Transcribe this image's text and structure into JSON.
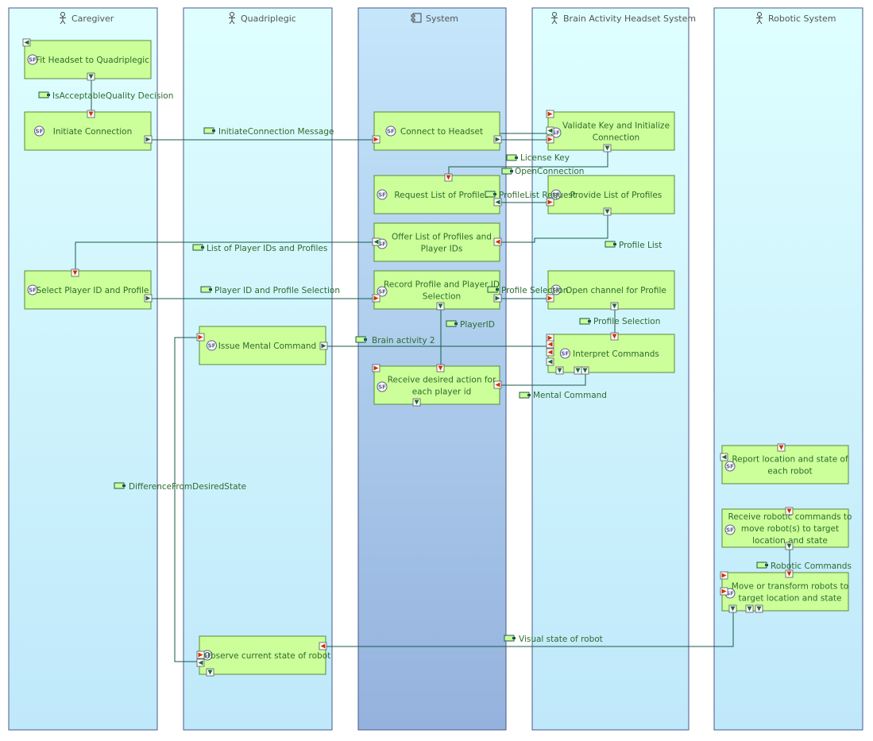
{
  "colors": {
    "lane_fill_top": "#dfffff",
    "lane_fill_bottom": "#bfe8fa",
    "system_fill_top": "#c5e6fb",
    "system_fill_bottom": "#94b2dd",
    "lane_border": "#4a5a8a",
    "function_fill": "#ccff99",
    "function_border": "#5a8a3a",
    "flow_line": "#1a5a4a",
    "port_in": "#cc3300",
    "port_out": "#1a6b3a",
    "text_green": "#2e6b2e"
  },
  "lanes": [
    {
      "id": "caregiver",
      "title": "Caregiver",
      "icon": "actor-icon"
    },
    {
      "id": "quadriplegic",
      "title": "Quadriplegic",
      "icon": "actor-icon"
    },
    {
      "id": "system",
      "title": "System",
      "icon": "component-icon"
    },
    {
      "id": "headset",
      "title": "Brain Activity Headset System",
      "icon": "actor-icon"
    },
    {
      "id": "robotic",
      "title": "Robotic System",
      "icon": "actor-icon"
    }
  ],
  "functions": [
    {
      "id": "fit",
      "label": [
        "Fit Headset to Quadriplegic"
      ]
    },
    {
      "id": "initiate",
      "label": [
        "Initiate Connection"
      ]
    },
    {
      "id": "select",
      "label": [
        "Select Player ID and Profile"
      ]
    },
    {
      "id": "issue",
      "label": [
        "Issue Mental Command"
      ]
    },
    {
      "id": "observe",
      "label": [
        "Observe current state of robot"
      ]
    },
    {
      "id": "connect",
      "label": [
        "Connect to Headset"
      ]
    },
    {
      "id": "request",
      "label": [
        "Request List of Profiles"
      ]
    },
    {
      "id": "offer",
      "label": [
        "Offer List of Profiles and",
        "Player IDs"
      ]
    },
    {
      "id": "record",
      "label": [
        "Record Profile and Player ID",
        "Selection"
      ]
    },
    {
      "id": "receive",
      "label": [
        "Receive desired action for",
        "each player id"
      ]
    },
    {
      "id": "validate",
      "label": [
        "Validate Key and Initialize",
        "Connection"
      ]
    },
    {
      "id": "provide",
      "label": [
        "Provide List of Profiles"
      ]
    },
    {
      "id": "openchan",
      "label": [
        "Open channel for Profile"
      ]
    },
    {
      "id": "interpret",
      "label": [
        "Interpret Commands"
      ]
    },
    {
      "id": "report",
      "label": [
        "Report location and state of",
        "each robot"
      ]
    },
    {
      "id": "receivecmd",
      "label": [
        "Receive robotic commands to",
        "move robot(s) to target",
        "location and state"
      ]
    },
    {
      "id": "move",
      "label": [
        "Move or transform robots to",
        "target location and state"
      ]
    }
  ],
  "flows": [
    {
      "id": "isacceptable",
      "label": "IsAcceptableQuality Decision"
    },
    {
      "id": "initmsg",
      "label": "InitiateConnection Message"
    },
    {
      "id": "license",
      "label": "License Key"
    },
    {
      "id": "openconn",
      "label": "OpenConnection"
    },
    {
      "id": "profilelistreq",
      "label": "ProfileList Request"
    },
    {
      "id": "profilelist",
      "label": "Profile List"
    },
    {
      "id": "listplayer",
      "label": "List of Player IDs and Profiles"
    },
    {
      "id": "playerid_sel",
      "label": "Player ID and Profile Selection"
    },
    {
      "id": "profsel1",
      "label": "Profile Selection"
    },
    {
      "id": "profsel2",
      "label": "Profile Selection"
    },
    {
      "id": "playerid",
      "label": "PlayerID"
    },
    {
      "id": "brain",
      "label": "Brain activity 2"
    },
    {
      "id": "mental",
      "label": "Mental Command"
    },
    {
      "id": "difference",
      "label": "DifferenceFromDesiredState"
    },
    {
      "id": "robotcmd",
      "label": "Robotic Commands"
    },
    {
      "id": "visual",
      "label": "Visual state of robot"
    }
  ],
  "sf_badge": "SF"
}
